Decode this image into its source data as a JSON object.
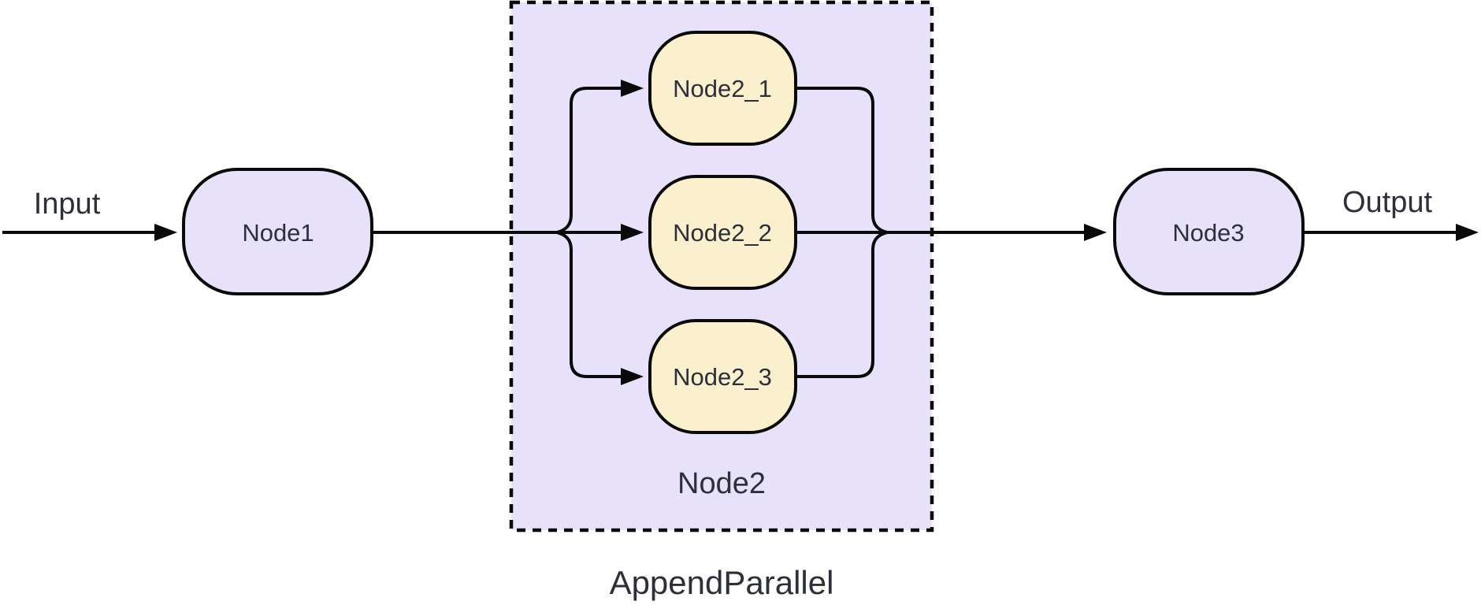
{
  "diagram": {
    "type": "flowchart-parallel",
    "io": {
      "input_label": "Input",
      "output_label": "Output"
    },
    "nodes": {
      "node1": {
        "label": "Node1"
      },
      "node2_1": {
        "label": "Node2_1"
      },
      "node2_2": {
        "label": "Node2_2"
      },
      "node2_3": {
        "label": "Node2_3"
      },
      "node3": {
        "label": "Node3"
      }
    },
    "group": {
      "label": "Node2",
      "caption": "AppendParallel"
    },
    "colors": {
      "node_fill_lavender": "#E7E1F9",
      "group_fill": "#E7E2FA",
      "node_fill_cream": "#FBF0CE",
      "stroke": "#0a0a0a",
      "arrow": "#0a0a0a",
      "text": "#2D2F3A",
      "background": "#ffffff"
    }
  }
}
